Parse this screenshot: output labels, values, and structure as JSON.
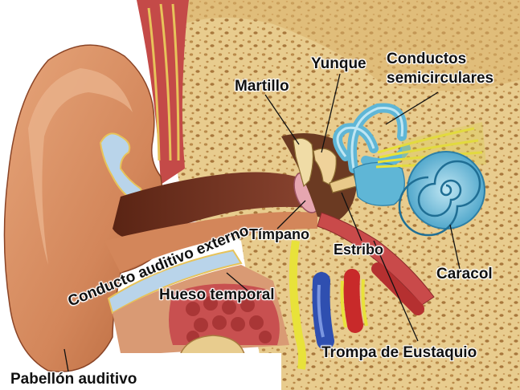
{
  "labels": {
    "martillo": "Martillo",
    "yunque": "Yunque",
    "conductos_1": "Conductos",
    "conductos_2": "semicirculares",
    "conducto_auditivo": "Conducto auditivo externo",
    "timpano": "Tímpano",
    "estribo": "Estribo",
    "caracol": "Caracol",
    "hueso_temporal": "Hueso temporal",
    "trompa": "Trompa de Eustaquio",
    "pabellon": "Pabellón auditivo"
  },
  "colors": {
    "skin": "#d98f62",
    "skin_dark": "#b5653a",
    "bone": "#e8cc8e",
    "bone_pore": "#b98a4a",
    "canal": "#7a3a26",
    "cartilage": "#b9d4ea",
    "inner_ear": "#5fb6d6",
    "muscle": "#c94a4a",
    "nerve": "#e8e23a",
    "vein": "#2f4fb0",
    "artery": "#c82a2a"
  }
}
